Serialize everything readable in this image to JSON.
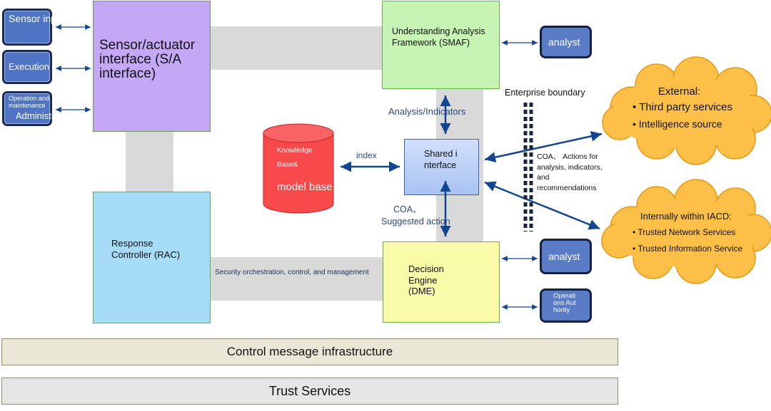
{
  "left_inputs": {
    "sensor": "Sensor input",
    "execution": "Execution point",
    "operation": "Operation and maintenance",
    "administrator": "Administrator"
  },
  "sa_interface": "Sensor/actuator interface (S/A interface)",
  "smaf": "Understanding Analysis Framework (SMAF)",
  "analyst_top": "analyst",
  "analyst_bottom": "analyst",
  "operations_authority": "Operations Authority",
  "analysis_indicators": "Analysis/Indicators",
  "enterprise_boundary": "Enterprise boundary",
  "external": {
    "title": "External:",
    "items": [
      "Third party services",
      "Intelligence source"
    ]
  },
  "internal": {
    "title": "Internally within IACD:",
    "items": [
      "Trusted Network Services",
      "Trusted Information Service"
    ]
  },
  "knowledge_base": {
    "line1": "Knowledge",
    "line2": "Base&",
    "line3": "model base"
  },
  "index_label": "index",
  "shared_interface": "Shared interface",
  "coa_actions": "COA、 Actions for analysis, indicators, and recommendations",
  "coa_suggested": {
    "line1": "COA、",
    "line2": "Suggested action"
  },
  "rac": "Response Controller (RAC)",
  "security_orchestration": "Security orchestration, control, and management",
  "dme": "Decision Engine (DME)",
  "control_message": "Control message infrastructure",
  "trust_services": "Trust Services",
  "colors": {
    "sa_fill": "#c4a8f5",
    "smaf_fill": "#c7f3b4",
    "rac_fill": "#a6dcf6",
    "dme_fill": "#fafba8",
    "cloud_fill": "#fcbf48",
    "db_fill": "#f84a4a",
    "arrow": "#12458f"
  }
}
